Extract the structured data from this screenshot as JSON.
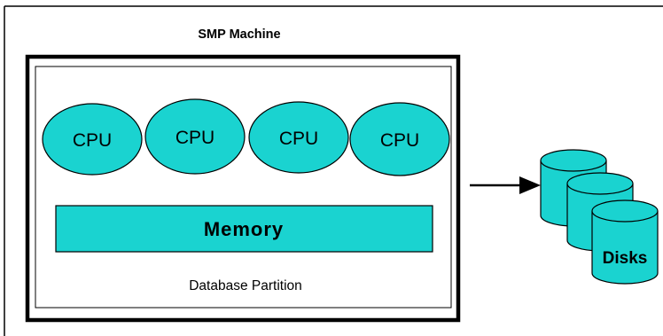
{
  "diagram": {
    "title": "SMP Machine",
    "cpus": [
      "CPU",
      "CPU",
      "CPU",
      "CPU"
    ],
    "memory_label": "Memory",
    "partition_label": "Database Partition",
    "disks_label": "Disks",
    "colors": {
      "fill": "#1ad3d0",
      "stroke": "#000000",
      "background": "#ffffff"
    }
  }
}
